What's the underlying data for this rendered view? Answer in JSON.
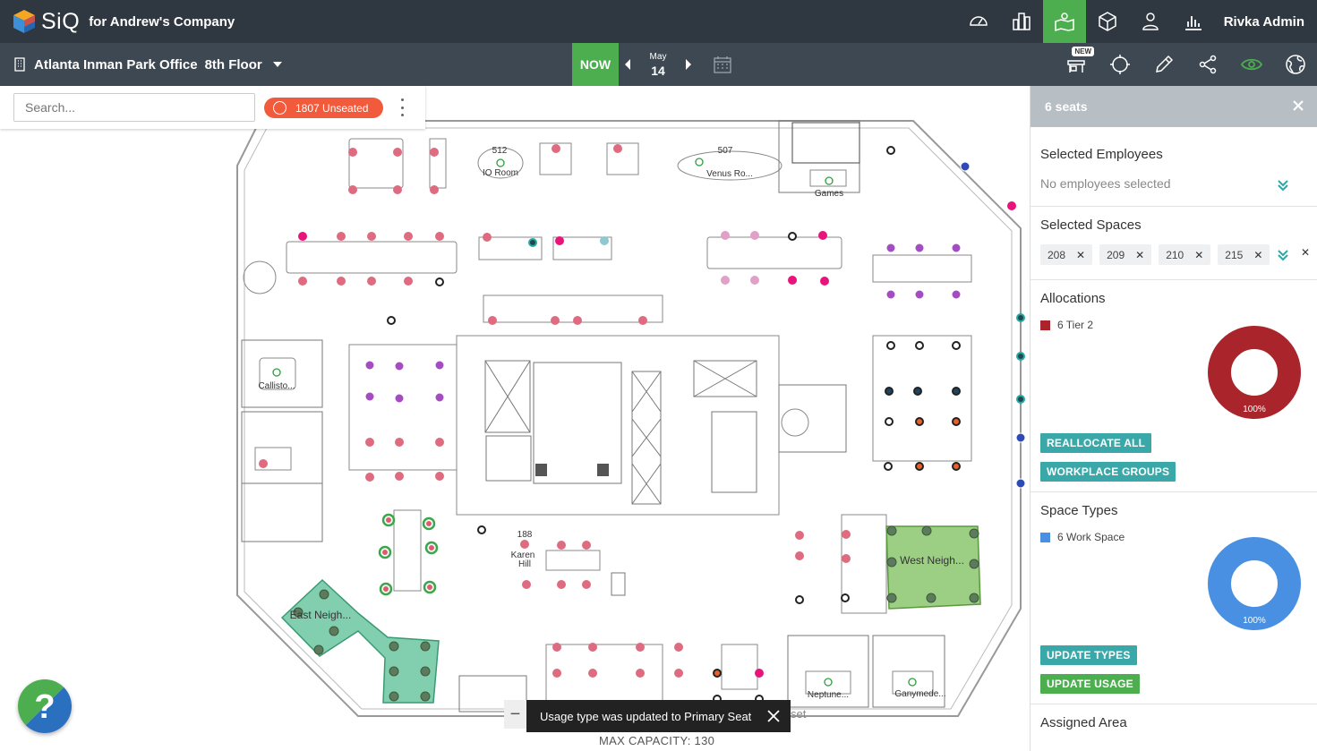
{
  "header": {
    "logo_text": "SiQ",
    "company": "for Andrew's Company",
    "user_name": "Rivka Admin",
    "icons": [
      "dashboard-icon",
      "buildings-icon",
      "floorplan-icon",
      "box-icon",
      "people-icon",
      "analytics-icon"
    ]
  },
  "subbar": {
    "location": "Atlanta Inman Park Office",
    "floor": "8th Floor",
    "now_label": "NOW",
    "month": "May",
    "day": "14",
    "new_badge": "NEW"
  },
  "search": {
    "placeholder": "Search...",
    "unseated_count": "1807",
    "unseated_label": "Unseated"
  },
  "map": {
    "rooms": [
      {
        "number": "512",
        "name": "IO Room"
      },
      {
        "number": "507",
        "name": "Venus Ro..."
      },
      {
        "number": "",
        "name": "Games"
      },
      {
        "number": "",
        "name": "Callisto..."
      },
      {
        "number": "188",
        "name": "Karen"
      },
      {
        "number": "",
        "name": "Hill"
      },
      {
        "number": "",
        "name": "West Neigh..."
      },
      {
        "number": "",
        "name": "East Neigh..."
      },
      {
        "number": "",
        "name": "Neptune..."
      },
      {
        "number": "",
        "name": "Ganymede..."
      }
    ],
    "capacity": "MAX CAPACITY: 130",
    "zoom_minus": "−",
    "reset": "set"
  },
  "toast": {
    "message": "Usage type was updated to Primary Seat"
  },
  "panel": {
    "title": "6 seats",
    "selected_employees": {
      "title": "Selected Employees",
      "empty": "No employees selected"
    },
    "selected_spaces": {
      "title": "Selected Spaces",
      "tags": [
        "208",
        "209",
        "210",
        "215"
      ]
    },
    "allocations": {
      "title": "Allocations",
      "legend": "6 Tier 2",
      "color": "#a9252b",
      "percent": "100%",
      "buttons": [
        "REALLOCATE ALL",
        "WORKPLACE GROUPS"
      ]
    },
    "space_types": {
      "title": "Space Types",
      "legend": "6 Work Space",
      "color": "#4a90e2",
      "percent": "100%",
      "buttons": [
        "UPDATE TYPES",
        "UPDATE USAGE"
      ]
    },
    "assigned_area": {
      "title": "Assigned Area"
    }
  },
  "colors": {
    "topbar": "#2f3740",
    "subbar": "#3d4852",
    "active_green": "#4cae4f",
    "seat_pink": "#de6b7f",
    "seat_magenta": "#e8147c",
    "seat_purple": "#a64cc2",
    "neighborhood_green": "#7bbf5a",
    "neighborhood_teal": "#4dbb8f"
  }
}
